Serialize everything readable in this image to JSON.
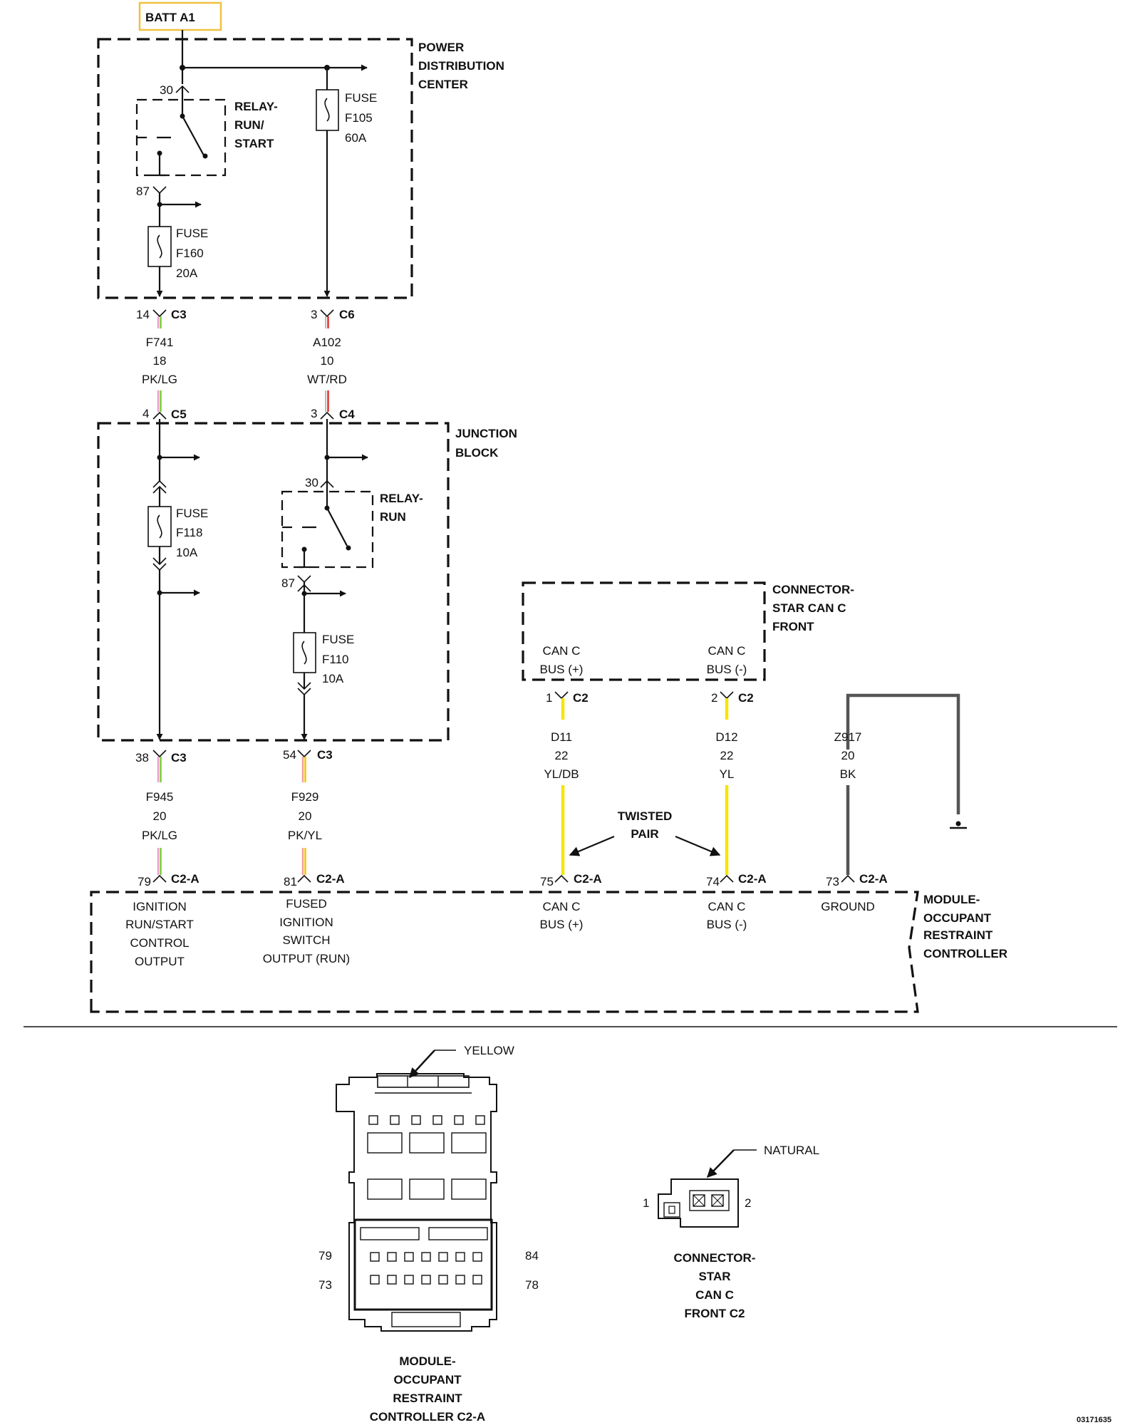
{
  "batt": {
    "label": "BATT A1",
    "color": "#f0c040"
  },
  "pdc": {
    "title": [
      "POWER",
      "DISTRIBUTION",
      "CENTER"
    ],
    "relay": {
      "pin_in": "30",
      "pin_out": "87",
      "title": [
        "RELAY-",
        "RUN/",
        "START"
      ]
    },
    "fuse_f160": [
      "FUSE",
      "F160",
      "20A"
    ],
    "fuse_f105": [
      "FUSE",
      "F105",
      "60A"
    ]
  },
  "wire_f741": {
    "top_pin": "14",
    "top_conn": "C3",
    "circuit": "F741",
    "gauge": "18",
    "color_code": "PK/LG",
    "bottom_pin": "4",
    "bottom_conn": "C5",
    "colors": [
      "#e8a0c8",
      "#7acc3a"
    ]
  },
  "wire_a102": {
    "top_pin": "3",
    "top_conn": "C6",
    "circuit": "A102",
    "gauge": "10",
    "color_code": "WT/RD",
    "bottom_pin": "3",
    "bottom_conn": "C4",
    "colors": [
      "#ffffff",
      "#e23030"
    ]
  },
  "junction_block": {
    "title": [
      "JUNCTION",
      "BLOCK"
    ],
    "fuse_f118": [
      "FUSE",
      "F118",
      "10A"
    ],
    "relay": {
      "pin_in": "30",
      "pin_out": "87",
      "title": [
        "RELAY-",
        "RUN"
      ]
    },
    "fuse_f110": [
      "FUSE",
      "F110",
      "10A"
    ]
  },
  "wire_f945": {
    "top_pin": "38",
    "top_conn": "C3",
    "circuit": "F945",
    "gauge": "20",
    "color_code": "PK/LG",
    "bottom_pin": "79",
    "bottom_conn": "C2-A",
    "colors": [
      "#e8a0c8",
      "#7acc3a"
    ]
  },
  "wire_f929": {
    "top_pin": "54",
    "top_conn": "C3",
    "circuit": "F929",
    "gauge": "20",
    "color_code": "PK/YL",
    "bottom_pin": "81",
    "bottom_conn": "C2-A",
    "colors": [
      "#f0a0a0",
      "#f5e600"
    ]
  },
  "star_connector": {
    "title": [
      "CONNECTOR-",
      "STAR CAN C",
      "FRONT"
    ],
    "pin_plus": [
      "CAN C",
      "BUS (+)"
    ],
    "pin_minus": [
      "CAN C",
      "BUS (-)"
    ]
  },
  "wire_d11": {
    "top_pin": "1",
    "top_conn": "C2",
    "circuit": "D11",
    "gauge": "22",
    "color_code": "YL/DB",
    "bottom_pin": "75",
    "bottom_conn": "C2-A"
  },
  "wire_d12": {
    "top_pin": "2",
    "top_conn": "C2",
    "circuit": "D12",
    "gauge": "22",
    "color_code": "YL",
    "bottom_pin": "74",
    "bottom_conn": "C2-A"
  },
  "wire_z917": {
    "circuit": "Z917",
    "gauge": "20",
    "color_code": "BK",
    "bottom_pin": "73",
    "bottom_conn": "C2-A"
  },
  "twisted_pair": [
    "TWISTED",
    "PAIR"
  ],
  "orc_module": {
    "title": [
      "MODULE-",
      "OCCUPANT",
      "RESTRAINT",
      "CONTROLLER"
    ],
    "pin_79": [
      "IGNITION",
      "RUN/START",
      "CONTROL",
      "OUTPUT"
    ],
    "pin_81": [
      "FUSED",
      "IGNITION",
      "SWITCH",
      "OUTPUT (RUN)"
    ],
    "pin_75": [
      "CAN C",
      "BUS (+)"
    ],
    "pin_74": [
      "CAN C",
      "BUS (-)"
    ],
    "pin_73": [
      "GROUND"
    ]
  },
  "connector_c2a_view": {
    "color_label": "YELLOW",
    "pin_tl": "79",
    "pin_bl": "73",
    "pin_tr": "84",
    "pin_br": "78",
    "caption": [
      "MODULE-",
      "OCCUPANT",
      "RESTRAINT",
      "CONTROLLER C2-A"
    ]
  },
  "connector_star_view": {
    "color_label": "NATURAL",
    "pin_left": "1",
    "pin_right": "2",
    "caption": [
      "CONNECTOR-",
      "STAR",
      "CAN C",
      "FRONT C2"
    ]
  },
  "figure_id": "03171635"
}
